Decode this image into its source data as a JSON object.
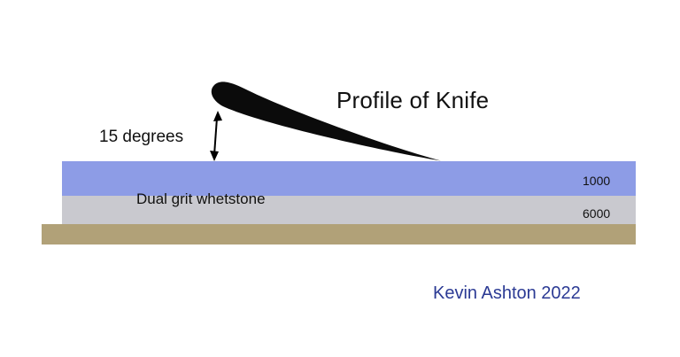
{
  "diagram": {
    "title": "Profile of Knife",
    "angle_label": "15 degrees",
    "whetstone_label": "Dual grit whetstone",
    "grit_top": "1000",
    "grit_bottom": "6000",
    "credit": "Kevin Ashton 2022"
  },
  "colors": {
    "knife": "#0b0b0b",
    "arrow": "#000000",
    "stone_top": "#8d9ce6",
    "stone_bottom": "#c9c9cf",
    "base": "#b1a178",
    "credit_text": "#2b3a94",
    "text": "#111111"
  }
}
